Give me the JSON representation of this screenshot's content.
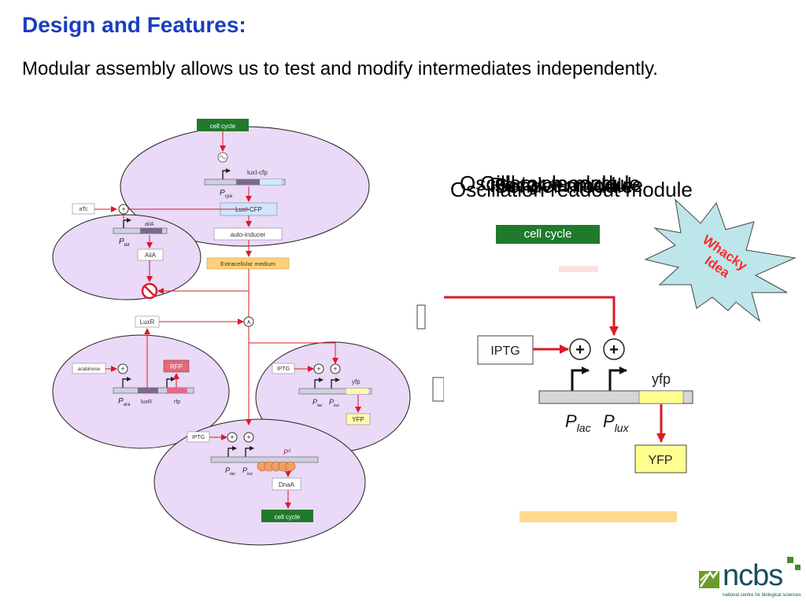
{
  "slide": {
    "title": "Design and Features:",
    "subtitle": "Modular assembly allows us to test and modify intermediates independently."
  },
  "diagram": {
    "top_cell_cycle": "cell cycle",
    "luxi_cfp_gene": "luxI-cfp",
    "p_cya": "cya",
    "luxi_cfp_protein": "LuxI-CFP",
    "auto_inducer": "auto-inducer",
    "extracellular": "Extracellular medium",
    "atc": "aTc",
    "aiia_gene": "aiiA",
    "p_tet": "tet",
    "aiia_protein": "AiiA",
    "luxr_protein": "LuxR",
    "arabinose": "arabinose",
    "rfp_protein": "RFP",
    "p_ara": "ara",
    "luxr_gene": "luxR",
    "rfp_gene": "rfp",
    "iptg_small": "IPTG",
    "yfp_gene_small": "yfp",
    "p_lac_small": "lac",
    "p_lux_small": "lux",
    "yfp_protein_small": "YFP",
    "iptg_bottom": "IPTG",
    "p_x": "X",
    "p_lac_bottom": "lac",
    "p_lux_bottom": "lux",
    "dnaa_protein": "DnaA",
    "bottom_cell_cycle": "cell cycle",
    "and_symbol": "∧",
    "plus": "+",
    "P": "P"
  },
  "overlay": {
    "module_titles": [
      "Oscillator module",
      "Cell cycle module",
      "Receiver module",
      "Sender module",
      "Oscillation readout module"
    ],
    "cell_cycle_label": "cell cycle",
    "whacky": "Whacky Idea",
    "zoom": {
      "iptg": "IPTG",
      "plus": "+",
      "yfp_gene": "yfp",
      "p_lac": "lac",
      "p_lux": "lux",
      "P": "P",
      "yfp_protein": "YFP"
    }
  },
  "logo": {
    "name": "ncbs",
    "tagline": "national centre for biological sciences"
  },
  "colors": {
    "title": "#1a3fbf",
    "module_fill": "#ead9f7",
    "arrow": "#d81b2a",
    "cell_cycle": "#1f7a2c",
    "extracellular": "#ffd27a",
    "star": "#bde6ea",
    "star_text": "#ff2a2a"
  }
}
